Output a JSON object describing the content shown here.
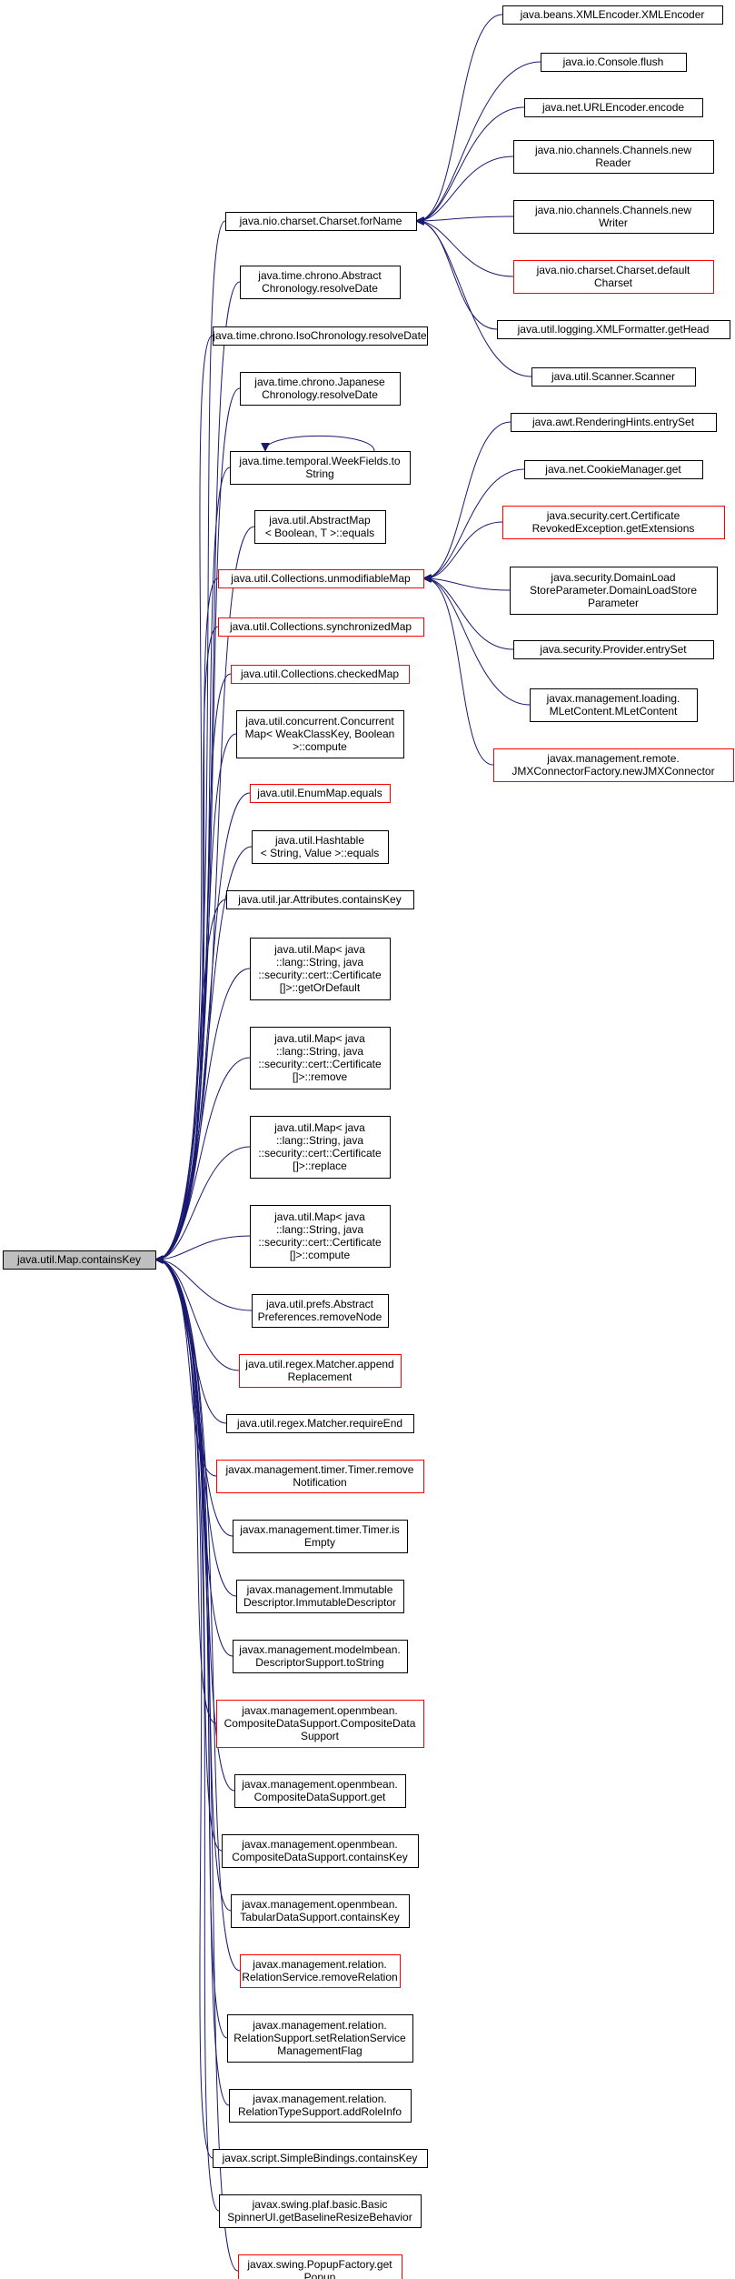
{
  "title": "",
  "colors": {
    "edge": "#191970",
    "normal_border": "#000000",
    "highlight_border": "#ff0000",
    "root_fill": "#bfbfbf"
  },
  "nodes": [
    {
      "id": "root",
      "label": [
        "java.util.Map.containsKey"
      ],
      "style": "root"
    },
    {
      "id": "charset",
      "label": [
        "java.nio.charset.Charset.forName"
      ],
      "style": "normal"
    },
    {
      "id": "xmlenc",
      "label": [
        "java.beans.XMLEncoder.XMLEncoder"
      ],
      "style": "normal"
    },
    {
      "id": "console",
      "label": [
        "java.io.Console.flush"
      ],
      "style": "normal"
    },
    {
      "id": "urlenc",
      "label": [
        "java.net.URLEncoder.encode"
      ],
      "style": "normal"
    },
    {
      "id": "newreader",
      "label": [
        "java.nio.channels.Channels.new",
        "Reader"
      ],
      "style": "normal"
    },
    {
      "id": "newwriter",
      "label": [
        "java.nio.channels.Channels.new",
        "Writer"
      ],
      "style": "normal"
    },
    {
      "id": "defcharset",
      "label": [
        "java.nio.charset.Charset.default",
        "Charset"
      ],
      "style": "red"
    },
    {
      "id": "xmlformatter",
      "label": [
        "java.util.logging.XMLFormatter.getHead"
      ],
      "style": "normal"
    },
    {
      "id": "scanner",
      "label": [
        "java.util.Scanner.Scanner"
      ],
      "style": "normal"
    },
    {
      "id": "abschrono",
      "label": [
        "java.time.chrono.Abstract",
        "Chronology.resolveDate"
      ],
      "style": "normal"
    },
    {
      "id": "isochrono",
      "label": [
        "java.time.chrono.IsoChronology.resolveDate"
      ],
      "style": "normal"
    },
    {
      "id": "japchrono",
      "label": [
        "java.time.chrono.Japanese",
        "Chronology.resolveDate"
      ],
      "style": "normal"
    },
    {
      "id": "weekfields",
      "label": [
        "java.time.temporal.WeekFields.to",
        "String"
      ],
      "style": "normal"
    },
    {
      "id": "absmap",
      "label": [
        "java.util.AbstractMap",
        "< Boolean, T >::equals"
      ],
      "style": "normal"
    },
    {
      "id": "unmodmap",
      "label": [
        "java.util.Collections.unmodifiableMap"
      ],
      "style": "red"
    },
    {
      "id": "renderhints",
      "label": [
        "java.awt.RenderingHints.entrySet"
      ],
      "style": "normal"
    },
    {
      "id": "cookiemgr",
      "label": [
        "java.net.CookieManager.get"
      ],
      "style": "normal"
    },
    {
      "id": "certrevoked",
      "label": [
        "java.security.cert.Certificate",
        "RevokedException.getExtensions"
      ],
      "style": "red"
    },
    {
      "id": "domainload",
      "label": [
        "java.security.DomainLoad",
        "StoreParameter.DomainLoadStore",
        "Parameter"
      ],
      "style": "normal"
    },
    {
      "id": "provider",
      "label": [
        "java.security.Provider.entrySet"
      ],
      "style": "normal"
    },
    {
      "id": "mletcontent",
      "label": [
        "javax.management.loading.",
        "MLetContent.MLetContent"
      ],
      "style": "normal"
    },
    {
      "id": "jmxconnector",
      "label": [
        "javax.management.remote.",
        "JMXConnectorFactory.newJMXConnector"
      ],
      "style": "red"
    },
    {
      "id": "syncmap",
      "label": [
        "java.util.Collections.synchronizedMap"
      ],
      "style": "red"
    },
    {
      "id": "checkedmap",
      "label": [
        "java.util.Collections.checkedMap"
      ],
      "style": "red"
    },
    {
      "id": "concmap",
      "label": [
        "java.util.concurrent.Concurrent",
        "Map< WeakClassKey, Boolean",
        ">::compute"
      ],
      "style": "normal"
    },
    {
      "id": "enummap",
      "label": [
        "java.util.EnumMap.equals"
      ],
      "style": "red"
    },
    {
      "id": "hashtable",
      "label": [
        "java.util.Hashtable",
        "< String, Value >::equals"
      ],
      "style": "normal"
    },
    {
      "id": "jarattr",
      "label": [
        "java.util.jar.Attributes.containsKey"
      ],
      "style": "normal"
    },
    {
      "id": "mapgetordef",
      "label": [
        "java.util.Map< java",
        "::lang::String, java",
        "::security::cert::Certificate",
        "[]>::getOrDefault"
      ],
      "style": "normal"
    },
    {
      "id": "mapremove",
      "label": [
        "java.util.Map< java",
        "::lang::String, java",
        "::security::cert::Certificate",
        "[]>::remove"
      ],
      "style": "normal"
    },
    {
      "id": "mapreplace",
      "label": [
        "java.util.Map< java",
        "::lang::String, java",
        "::security::cert::Certificate",
        "[]>::replace"
      ],
      "style": "normal"
    },
    {
      "id": "mapcompute",
      "label": [
        "java.util.Map< java",
        "::lang::String, java",
        "::security::cert::Certificate",
        "[]>::compute"
      ],
      "style": "normal"
    },
    {
      "id": "prefs",
      "label": [
        "java.util.prefs.Abstract",
        "Preferences.removeNode"
      ],
      "style": "normal"
    },
    {
      "id": "matcherappend",
      "label": [
        "java.util.regex.Matcher.append",
        "Replacement"
      ],
      "style": "red"
    },
    {
      "id": "matcherreq",
      "label": [
        "java.util.regex.Matcher.requireEnd"
      ],
      "style": "normal"
    },
    {
      "id": "timerremove",
      "label": [
        "javax.management.timer.Timer.remove",
        "Notification"
      ],
      "style": "red"
    },
    {
      "id": "timerempty",
      "label": [
        "javax.management.timer.Timer.is",
        "Empty"
      ],
      "style": "normal"
    },
    {
      "id": "immutdesc",
      "label": [
        "javax.management.Immutable",
        "Descriptor.ImmutableDescriptor"
      ],
      "style": "normal"
    },
    {
      "id": "descsupport",
      "label": [
        "javax.management.modelmbean.",
        "DescriptorSupport.toString"
      ],
      "style": "normal"
    },
    {
      "id": "cdsctor",
      "label": [
        "javax.management.openmbean.",
        "CompositeDataSupport.CompositeData",
        "Support"
      ],
      "style": "red"
    },
    {
      "id": "cdsget",
      "label": [
        "javax.management.openmbean.",
        "CompositeDataSupport.get"
      ],
      "style": "normal"
    },
    {
      "id": "cdscontains",
      "label": [
        "javax.management.openmbean.",
        "CompositeDataSupport.containsKey"
      ],
      "style": "normal"
    },
    {
      "id": "tdscontains",
      "label": [
        "javax.management.openmbean.",
        "TabularDataSupport.containsKey"
      ],
      "style": "normal"
    },
    {
      "id": "relremove",
      "label": [
        "javax.management.relation.",
        "RelationService.removeRelation"
      ],
      "style": "red"
    },
    {
      "id": "relsupport",
      "label": [
        "javax.management.relation.",
        "RelationSupport.setRelationService",
        "ManagementFlag"
      ],
      "style": "normal"
    },
    {
      "id": "reltype",
      "label": [
        "javax.management.relation.",
        "RelationTypeSupport.addRoleInfo"
      ],
      "style": "normal"
    },
    {
      "id": "bindings",
      "label": [
        "javax.script.SimpleBindings.containsKey"
      ],
      "style": "normal"
    },
    {
      "id": "spinner",
      "label": [
        "javax.swing.plaf.basic.Basic",
        "SpinnerUI.getBaselineResizeBehavior"
      ],
      "style": "normal"
    },
    {
      "id": "popup",
      "label": [
        "javax.swing.PopupFactory.get",
        "Popup"
      ],
      "style": "red"
    }
  ],
  "edges": [
    [
      "charset",
      "root"
    ],
    [
      "abschrono",
      "root"
    ],
    [
      "isochrono",
      "root"
    ],
    [
      "japchrono",
      "root"
    ],
    [
      "weekfields",
      "root"
    ],
    [
      "absmap",
      "root"
    ],
    [
      "unmodmap",
      "root"
    ],
    [
      "syncmap",
      "root"
    ],
    [
      "checkedmap",
      "root"
    ],
    [
      "concmap",
      "root"
    ],
    [
      "enummap",
      "root"
    ],
    [
      "hashtable",
      "root"
    ],
    [
      "jarattr",
      "root"
    ],
    [
      "mapgetordef",
      "root"
    ],
    [
      "mapremove",
      "root"
    ],
    [
      "mapreplace",
      "root"
    ],
    [
      "mapcompute",
      "root"
    ],
    [
      "prefs",
      "root"
    ],
    [
      "matcherappend",
      "root"
    ],
    [
      "matcherreq",
      "root"
    ],
    [
      "timerremove",
      "root"
    ],
    [
      "timerempty",
      "root"
    ],
    [
      "immutdesc",
      "root"
    ],
    [
      "descsupport",
      "root"
    ],
    [
      "cdsctor",
      "root"
    ],
    [
      "cdsget",
      "root"
    ],
    [
      "cdscontains",
      "root"
    ],
    [
      "tdscontains",
      "root"
    ],
    [
      "relremove",
      "root"
    ],
    [
      "relsupport",
      "root"
    ],
    [
      "reltype",
      "root"
    ],
    [
      "bindings",
      "root"
    ],
    [
      "spinner",
      "root"
    ],
    [
      "popup",
      "root"
    ],
    [
      "xmlenc",
      "charset"
    ],
    [
      "console",
      "charset"
    ],
    [
      "urlenc",
      "charset"
    ],
    [
      "newreader",
      "charset"
    ],
    [
      "newwriter",
      "charset"
    ],
    [
      "defcharset",
      "charset"
    ],
    [
      "xmlformatter",
      "charset"
    ],
    [
      "scanner",
      "charset"
    ],
    [
      "renderhints",
      "unmodmap"
    ],
    [
      "cookiemgr",
      "unmodmap"
    ],
    [
      "certrevoked",
      "unmodmap"
    ],
    [
      "domainload",
      "unmodmap"
    ],
    [
      "provider",
      "unmodmap"
    ],
    [
      "mletcontent",
      "unmodmap"
    ],
    [
      "jmxconnector",
      "unmodmap"
    ],
    [
      "weekfields",
      "weekfields"
    ]
  ]
}
